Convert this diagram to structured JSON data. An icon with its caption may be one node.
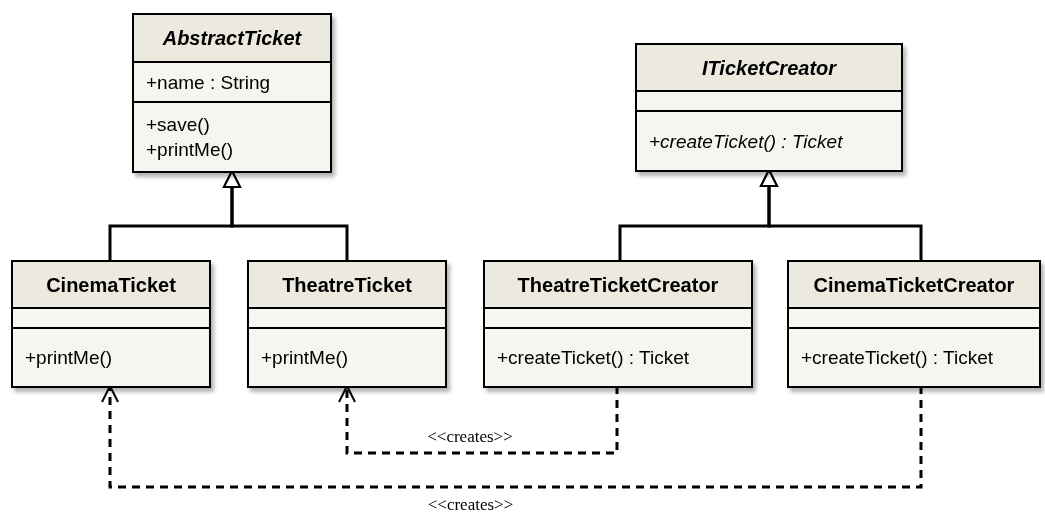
{
  "diagram": {
    "nodes": [
      {
        "text": [
          "AbstractTicket"
        ]
      },
      {
        "text": [
          "+name : String"
        ],
        "in": 0
      },
      {
        "text": [
          "+save()",
          "+printMe()"
        ],
        "in": 0
      },
      {
        "text": [
          "ITicketCreator"
        ]
      },
      {
        "text": [],
        "shape": "box",
        "in": 3
      },
      {
        "text": [
          "+createTicket() : Ticket"
        ],
        "in": 3
      },
      {
        "text": [
          "CinemaTicket"
        ]
      },
      {
        "text": [],
        "shape": "box",
        "in": 6
      },
      {
        "text": [
          "+printMe()"
        ],
        "in": 6
      },
      {
        "text": [
          "TheatreTicket"
        ]
      },
      {
        "text": [],
        "shape": "box",
        "in": 9
      },
      {
        "text": [
          "+printMe()"
        ],
        "in": 9
      },
      {
        "text": [
          "TheatreTicketCreator"
        ]
      },
      {
        "text": [],
        "shape": "box",
        "in": 12
      },
      {
        "text": [
          "+createTicket() : Ticket"
        ],
        "in": 12
      },
      {
        "text": [
          "CinemaTicketCreator"
        ]
      },
      {
        "text": [],
        "shape": "box",
        "in": 15
      },
      {
        "text": [
          "+createTicket() : Ticket"
        ],
        "in": 15
      }
    ],
    "edges": [
      {
        "from": 6,
        "to": 0,
        "arrow": "to"
      },
      {
        "from": 9,
        "to": 0,
        "arrow": "to"
      },
      {
        "from": 12,
        "to": 3,
        "arrow": "to"
      },
      {
        "from": 15,
        "to": 3,
        "arrow": "to"
      },
      {
        "from": 12,
        "to": 9,
        "arrow": "to",
        "style": "dashed",
        "label": "<<creates>>"
      },
      {
        "from": 15,
        "to": 6,
        "arrow": "to",
        "style": "dashed",
        "label": "<<creates>>"
      }
    ]
  }
}
